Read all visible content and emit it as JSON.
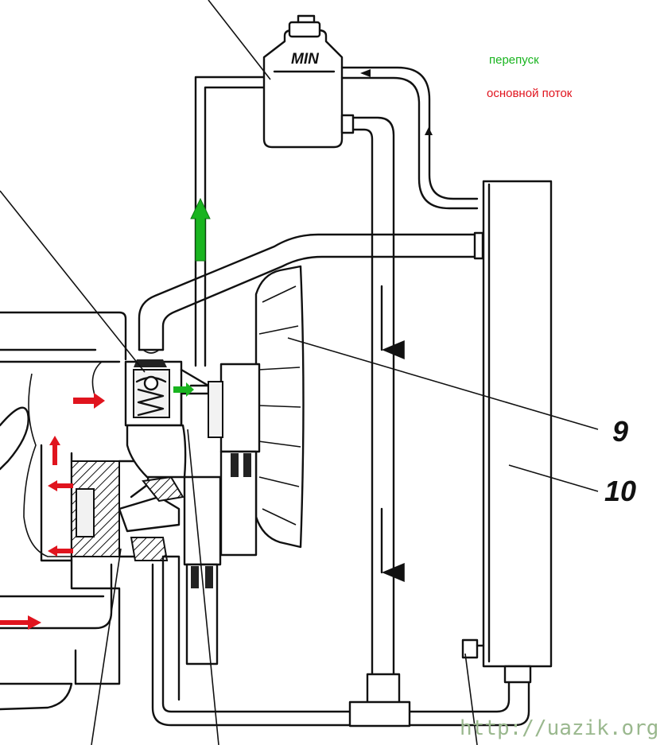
{
  "legend": {
    "bypass_label": "перепуск",
    "main_flow_label": "основной поток",
    "bypass_color": "#19b41f",
    "main_flow_color": "#e0141e"
  },
  "callouts": {
    "fan_number": "9",
    "radiator_number": "10"
  },
  "tank_marking": "MIN",
  "watermark": "http://uazik.org"
}
